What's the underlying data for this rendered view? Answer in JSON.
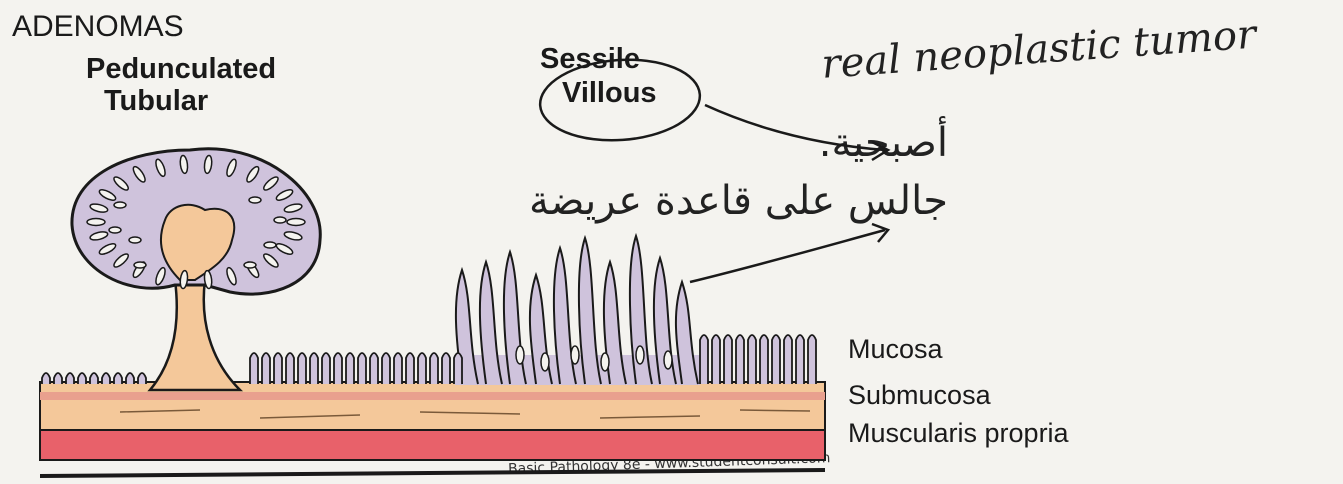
{
  "title": "ADENOMAS",
  "pedunculated": {
    "line1": "Pedunculated",
    "line2": "Tubular"
  },
  "sessile": {
    "line1": "Sessile",
    "line2": "Villous"
  },
  "layers": {
    "mucosa": "Mucosa",
    "submucosa": "Submucosa",
    "muscularis": "Muscularis propria"
  },
  "handwriting": {
    "english": "real neoplastic tumor",
    "arabic_line1": "أصبحية.",
    "arabic_line2": "جالس على قاعدة عريضة"
  },
  "credit": "... Basic Pathology 8e - www.studentconsult.com",
  "colors": {
    "epithelium": "#cfc3dc",
    "submucosa": "#f4c89a",
    "muscularis": "#e8616a",
    "outline": "#1a1a1a"
  }
}
